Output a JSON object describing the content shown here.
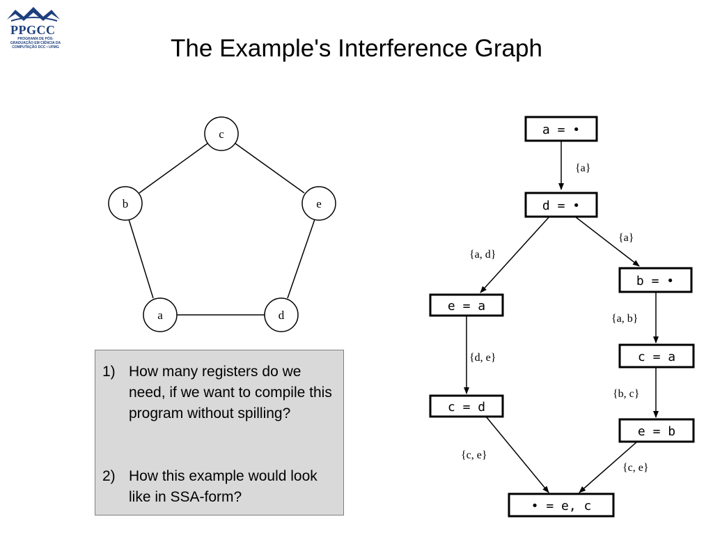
{
  "logo": {
    "name": "PPGCC",
    "subtitle": "PROGRAMA DE PÓS-GRADUAÇÃO EM CIÊNCIA DA COMPUTAÇÃO DCC • UFMG"
  },
  "title": "The Example's Interference Graph",
  "interference_graph": {
    "nodes": [
      "c",
      "b",
      "e",
      "a",
      "d"
    ],
    "edges": [
      [
        "c",
        "b"
      ],
      [
        "c",
        "e"
      ],
      [
        "b",
        "a"
      ],
      [
        "e",
        "d"
      ],
      [
        "a",
        "d"
      ]
    ]
  },
  "flow_graph": {
    "blocks": [
      {
        "id": "b1",
        "text": "a = •"
      },
      {
        "id": "b2",
        "text": "d = •"
      },
      {
        "id": "b3",
        "text": "b = •"
      },
      {
        "id": "b4",
        "text": "e = a"
      },
      {
        "id": "b5",
        "text": "c = a"
      },
      {
        "id": "b6",
        "text": "c = d"
      },
      {
        "id": "b7",
        "text": "e = b"
      },
      {
        "id": "b8",
        "text": "• = e, c"
      }
    ],
    "edges": [
      {
        "from": "b1",
        "to": "b2",
        "label": "{a}"
      },
      {
        "from": "b2",
        "to": "b4",
        "label": "{a, d}"
      },
      {
        "from": "b2",
        "to": "b3",
        "label": "{a}"
      },
      {
        "from": "b3",
        "to": "b5",
        "label": "{a, b}"
      },
      {
        "from": "b4",
        "to": "b6",
        "label": "{d, e}"
      },
      {
        "from": "b5",
        "to": "b7",
        "label": "{b, c}"
      },
      {
        "from": "b6",
        "to": "b8",
        "label": "{c, e}"
      },
      {
        "from": "b7",
        "to": "b8",
        "label": "{c, e}"
      }
    ]
  },
  "questions": [
    {
      "number": "1)",
      "text": "How many registers do we need, if we want to compile this program without spilling?"
    },
    {
      "number": "2)",
      "text": "How this example would look like in SSA-form?"
    }
  ],
  "colors": {
    "logo_blue": "#1c3f7c",
    "question_bg": "#d9d9d9"
  }
}
